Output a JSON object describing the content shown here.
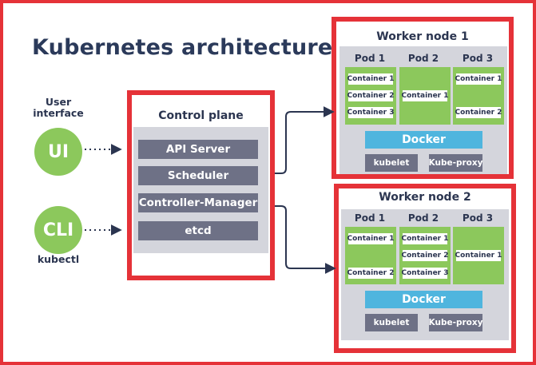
{
  "title": "Kubernetes architecture",
  "clients": {
    "user_label": "User interface",
    "ui": "UI",
    "cli": "CLI",
    "kubectl": "kubectl"
  },
  "control_plane": {
    "title": "Control plane",
    "components": [
      "API Server",
      "Scheduler",
      "Controller-Manager",
      "etcd"
    ]
  },
  "worker_nodes": [
    {
      "title": "Worker node 1",
      "pods": [
        {
          "label": "Pod 1",
          "containers": [
            "Container 1",
            "Container 2",
            "Container 3"
          ]
        },
        {
          "label": "Pod 2",
          "containers": [
            "Container 1"
          ]
        },
        {
          "label": "Pod 3",
          "containers": [
            "Container 1",
            "Container 2"
          ]
        }
      ],
      "runtime": "Docker",
      "agents": [
        "kubelet",
        "Kube-proxy"
      ]
    },
    {
      "title": "Worker node 2",
      "pods": [
        {
          "label": "Pod 1",
          "containers": [
            "Container 1",
            "Container 2"
          ]
        },
        {
          "label": "Pod 2",
          "containers": [
            "Container 1",
            "Container 2",
            "Container 3"
          ]
        },
        {
          "label": "Pod 3",
          "containers": [
            "Container 1"
          ]
        }
      ],
      "runtime": "Docker",
      "agents": [
        "kubelet",
        "Kube-proxy"
      ]
    }
  ],
  "colors": {
    "frame_red": "#e53238",
    "pod_green": "#8cc85c",
    "docker_blue": "#4fb5de",
    "component_gray": "#6e7186",
    "panel_gray": "#d4d5dc",
    "text_navy": "#2b3550"
  }
}
